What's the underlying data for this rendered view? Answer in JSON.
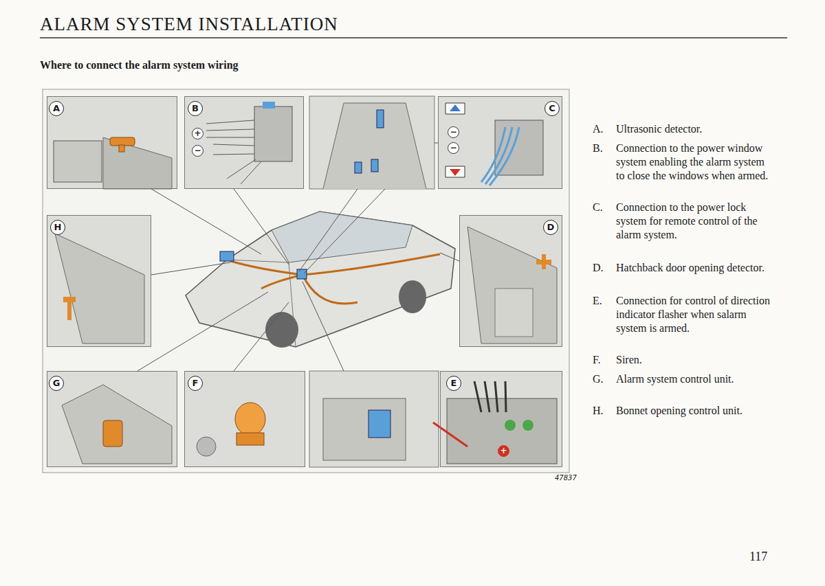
{
  "diagram": {
    "title": "ALARM SYSTEM INSTALLATION",
    "nodes": [
      {
        "text": [
          "A"
        ]
      },
      {
        "text": [
          "B"
        ]
      },
      {
        "text": [
          "C"
        ]
      },
      {
        "text": [
          "H"
        ]
      },
      {
        "text": [
          "D"
        ]
      },
      {
        "text": [
          "G"
        ]
      },
      {
        "text": [
          "F"
        ]
      },
      {
        "text": [
          "E"
        ]
      }
    ],
    "labels": [
      "Where to connect the alarm system wiring",
      "A.",
      "Ultrasonic detector.",
      "B.",
      "Connection to the power window system enabling the alarm system to close the windows when armed.",
      "C.",
      "Connection to the power lock system for remote control of the alarm system.",
      "D.",
      "Hatchback door opening detector.",
      "E.",
      "Connection for control of direction indicator flasher when salarm system is armed.",
      "F.",
      "Siren.",
      "G.",
      "Alarm system control unit.",
      "H.",
      "Bonnet opening control unit.",
      "+",
      "−",
      "−",
      "−",
      "+",
      "47837",
      "117"
    ]
  }
}
